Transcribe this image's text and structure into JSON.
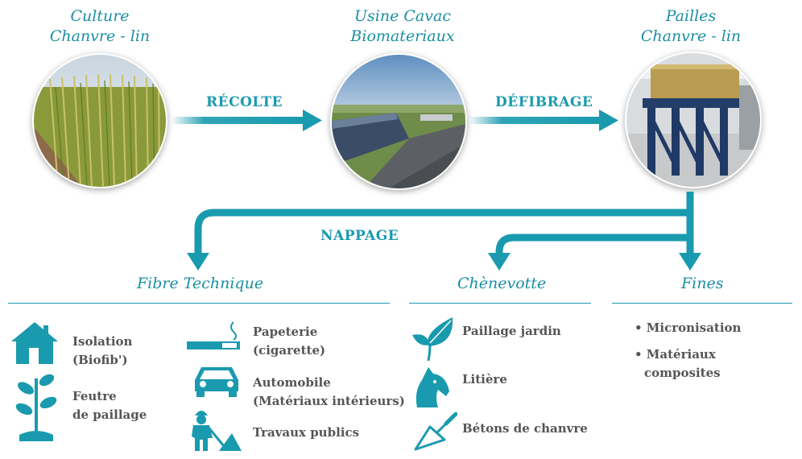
{
  "steps": [
    {
      "title_line1": "Culture",
      "title_line2": "Chanvre - lin"
    },
    {
      "title_line1": "Usine Cavac",
      "title_line2": "Biomateriaux"
    },
    {
      "title_line1": "Pailles",
      "title_line2": "Chanvre - lin"
    }
  ],
  "flows": {
    "recolte": "RÉCOLTE",
    "defibrage": "DÉFIBRAGE",
    "nappage": "NAPPAGE"
  },
  "columns": {
    "fibre": {
      "title": "Fibre Technique",
      "items": [
        {
          "line1": "Isolation",
          "line2": "(Biofib')",
          "icon": "house-icon"
        },
        {
          "line1": "Feutre",
          "line2": "de paillage",
          "icon": "seedling-icon"
        },
        {
          "line1": "Papeterie",
          "line2": "(cigarette)",
          "icon": "cigarette-icon"
        },
        {
          "line1": "Automobile",
          "line2": "(Matériaux intérieurs)",
          "icon": "car-icon"
        },
        {
          "line1": "Travaux publics",
          "line2": "",
          "icon": "construction-worker-icon"
        }
      ]
    },
    "chenevotte": {
      "title": "Chènevotte",
      "items": [
        {
          "label": "Paillage jardin",
          "icon": "leaf-icon"
        },
        {
          "label": "Litière",
          "icon": "horse-head-icon"
        },
        {
          "label": "Bétons de chanvre",
          "icon": "trowel-icon"
        }
      ]
    },
    "fines": {
      "title": "Fines",
      "items": [
        {
          "line1": "• Micronisation",
          "line2": ""
        },
        {
          "line1": "• Matériaux",
          "line2": "composites"
        }
      ]
    }
  },
  "colors": {
    "accent": "#1a9aae",
    "text": "#555555"
  }
}
